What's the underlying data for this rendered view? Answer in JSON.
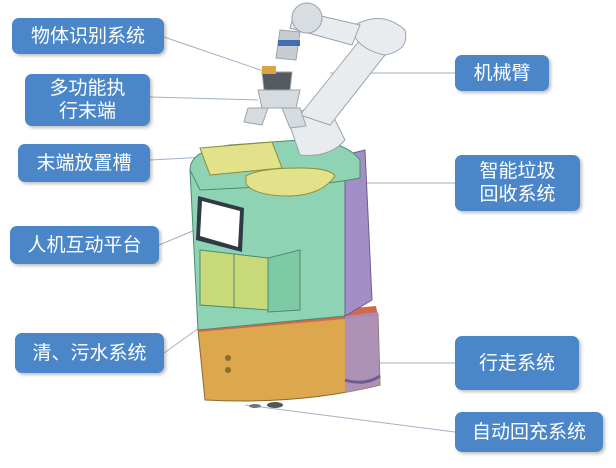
{
  "labels": {
    "object_recognition": "物体识别系统",
    "multi_function_end": "多功能执\n行末端",
    "end_storage_slot": "末端放置槽",
    "hmi_platform": "人机互动平台",
    "clean_dirty_water": "清、污水系统",
    "robot_arm": "机械臂",
    "smart_garbage": "智能垃圾\n回收系统",
    "walking_system": "行走系统",
    "auto_recharge": "自动回充系统"
  },
  "colors": {
    "callout_fill": "#4a86c8",
    "callout_text": "#ffffff",
    "body_green": "#8ed3b4",
    "body_purple": "#a48ec8",
    "base_orange": "#dca74d",
    "bin_yellow": "#e2e28a",
    "leader_line": "#9fb2c6",
    "arm_white": "#e9ecef"
  }
}
